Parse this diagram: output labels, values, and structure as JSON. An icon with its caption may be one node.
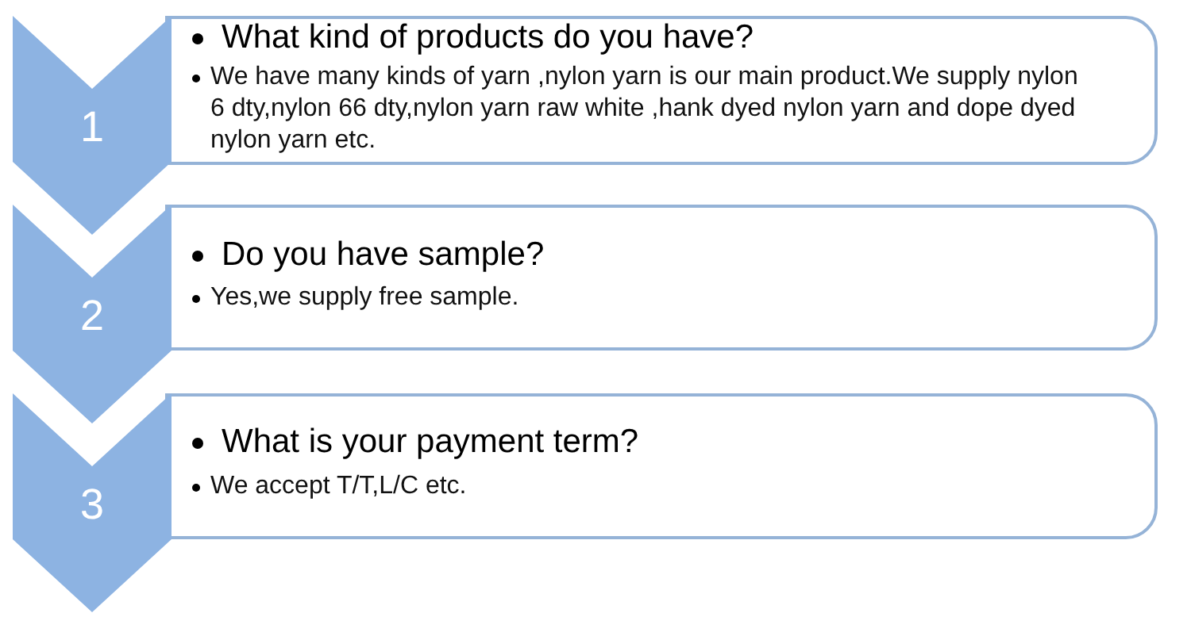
{
  "diagram": {
    "nodes": [
      {
        "text": [
          "1"
        ]
      },
      {
        "text": [
          "What kind of products do you have?",
          "We have many kinds of yarn ,nylon yarn is our main product.We supply nylon 6 dty,nylon 66 dty,nylon yarn raw white ,hank dyed nylon yarn and dope dyed nylon yarn etc."
        ]
      },
      {
        "text": [
          "2"
        ]
      },
      {
        "text": [
          "Do you have sample?",
          "Yes,we supply free sample."
        ]
      },
      {
        "text": [
          "3"
        ]
      },
      {
        "text": [
          "What is your payment term?",
          "We accept T/T,L/C etc."
        ]
      }
    ]
  }
}
